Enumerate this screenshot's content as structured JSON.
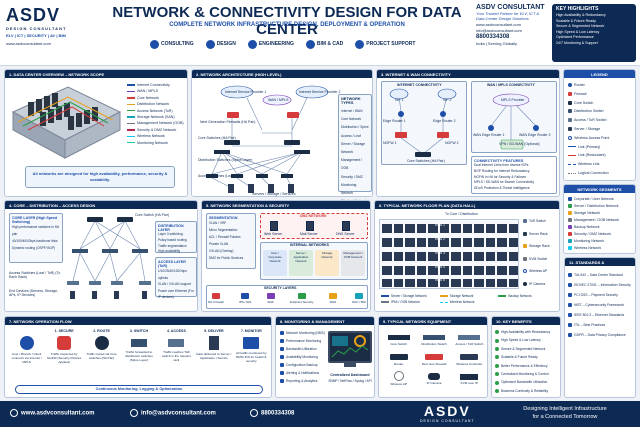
{
  "header": {
    "logo": "ASDV",
    "logo_sub": "DESIGN CONSULTANT",
    "logo_tag": "ELV | ICT | SECURITY | AV | BIM",
    "website": "www.asdvconsultant.com",
    "title": "NETWORK & CONNECTIVITY DESIGN FOR DATA CENTER",
    "subtitle": "COMPLETE NETWORK INFRASTRUCTURE DESIGN, DEPLOYMENT & OPERATION",
    "services": [
      "CONSULTING",
      "DESIGN",
      "ENGINEERING",
      "BIM & CAD",
      "PROJECT SUPPORT"
    ]
  },
  "brand": {
    "name": "ASDV CONSULTANT",
    "tagline": "Your Trusted Partner for ELV, ICT & Data Center Design Solutions",
    "web": "www.asdvconsultant.com",
    "email": "info@asdvconsultant.com",
    "phone": "8800334308",
    "location": "India | Serving Globally"
  },
  "highlights": {
    "title": "KEY HIGHLIGHTS",
    "items": [
      "High Availability & Redundancy",
      "Scalable & Future Ready",
      "Secure & Segmented Network",
      "High Speed & Low Latency",
      "Optimized Performance",
      "24/7 Monitoring & Support"
    ]
  },
  "p1": {
    "title": "1. DATA CENTER OVERVIEW – NETWORK SCOPE",
    "legend": [
      "Internet Connectivity",
      "WAN / MPLS",
      "Core Network",
      "Distribution Network",
      "Access Network (ToR)",
      "Storage Network (SAN)",
      "Management Network (OOB)",
      "Security & DMZ Network",
      "Wireless Network",
      "Monitoring Network"
    ],
    "note": "All networks are designed for high availability, performance, security & scalability."
  },
  "p2": {
    "title": "2. NETWORK ARCHITECTURE (HIGH LEVEL)",
    "isp1": "Internet Service Provider 1",
    "isp2": "Internet Service Provider 2",
    "wan": "WAN / MPLS",
    "fw": "Next Generation Firewalls (HA Pair)",
    "core": "Core Switches (HA Pair)",
    "dist": "Distribution Switches (Spine Layer)",
    "acc": "Access Switches (Leaf / ToR)",
    "srv": "Servers / Storage / Services",
    "legend_title": "NETWORK TYPES",
    "legend": [
      "Internet / WAN",
      "Core Network",
      "Distribution / Spine",
      "Access / Leaf",
      "Server / Storage Network",
      "Management / OOB",
      "Security / DMZ",
      "Monitoring Network",
      "Wireless Network",
      "Redundant Link"
    ]
  },
  "p3": {
    "title": "3. INTERNET & WAN CONNECTIVITY",
    "inet": "INTERNET CONNECTIVITY",
    "wanc": "WAN / MPLS CONNECTIVITY",
    "isp1": "ISP 1",
    "isp2": "ISP 2",
    "er1": "Edge Router 1",
    "er2": "Edge Router 2",
    "ngfw1": "NGFW 1",
    "ngfw2": "NGFW 2",
    "mpls": "MPLS Provider",
    "wr1": "WAN Edge Router 1",
    "wr2": "WAN Edge Router 2",
    "vpn": "VPN / SD-WAN (Optional)",
    "core": "Core Switches (HA Pair)",
    "feat_title": "CONNECTIVITY FEATURES",
    "features": [
      "Dual Internet Links from diverse ISPs",
      "BGP Routing for Internet Redundancy",
      "NGFW in HA for Security & Failover",
      "MPLS / SD-WAN for Branch Connectivity",
      "DDoS Protection & Threat Intelligence"
    ]
  },
  "legend": {
    "title": "LEGEND",
    "items": [
      "Router",
      "Firewall",
      "Core Switch",
      "Distribution Switch",
      "Access / ToR Switch",
      "Server / Storage",
      "Wireless Access Point",
      "Link (Primary)",
      "Link (Redundant)",
      "Wireless Link",
      "Logical Connection"
    ]
  },
  "segments": {
    "title": "NETWORK SEGMENTS",
    "items": [
      "Corporate / User Network",
      "Server / Distribution Network",
      "Storage Network",
      "Management / OOB Network",
      "Backup Network",
      "Security / DMZ Network",
      "Monitoring Network",
      "Wireless Network"
    ]
  },
  "p4": {
    "title": "4. CORE – DISTRIBUTION – ACCESS DESIGN",
    "core_layer": "CORE LAYER (High Speed Switching)",
    "core_items": [
      "High performance switches in HA pair",
      "40/100/400Gbps backbone links",
      "Dynamic routing (OSPF/ BGP)"
    ],
    "core_sw": "Core Switch (HA Pair)",
    "dist_layer": "DISTRIBUTION LAYER",
    "dist_items": [
      "Layer 3 switching",
      "Policy based routing",
      "Traffic segmentation",
      "High availability"
    ],
    "acc_layer": "ACCESS LAYER (ToR)",
    "acc_items": [
      "1/10/25/40/100Gbps uplinks",
      "VLAN / VXLAN support",
      "Power over Ethernet (For IP devices)"
    ],
    "acc_sw": "Access Switches (Leaf / ToR) (To Each Rack)",
    "end": "End Devices (Servers, Storage, APs, IP Devices)"
  },
  "p5": {
    "title": "5. NETWORK SEGMENTATION & SECURITY",
    "seg_title": "SEGMENTATION",
    "seg_items": [
      "VLAN / VRF",
      "Micro Segmentation",
      "ACL / Firewall Policies",
      "Private VLAN",
      "VXLAN (Overlay)",
      "DMZ for Public Services"
    ],
    "dmz": "DMZ NETWORK",
    "web": "Web Server",
    "mail": "Mail Server",
    "dns": "DNS Server",
    "internal": "INTERNAL NETWORKS",
    "zones": [
      "User / Corporate Network",
      "Server / Application Network",
      "Storage Network",
      "Management / OOB Network"
    ],
    "sec": "SECURITY LAYERS",
    "sec_items": [
      "NG Firewall",
      "IPS / IDS",
      "WAF",
      "Endpoint Security",
      "PAM",
      "NAC / 802"
    ]
  },
  "p6": {
    "title": "6. TYPICAL NETWORK FLOOR PLAN (DATA HALL)",
    "core": "To Core / Distribution",
    "rows": [
      "Row 1",
      "Row 2",
      "Row 3",
      "Row 4",
      "Row 5"
    ],
    "side": [
      "ToR Switch",
      "Server Rack",
      "Storage Rack",
      "KVM Switch",
      "Wireless AP",
      "IP Camera"
    ],
    "legend": [
      "Server / Storage Network",
      "Storage Network",
      "Backup Network",
      "IPMI / OOB Network",
      "Wireless Network"
    ]
  },
  "p7": {
    "title": "7. NETWORK OPERATION FLOW",
    "steps": [
      "1. SECURE",
      "2. ROUTE",
      "3. SWITCH",
      "4. ACCESS",
      "5. DELIVER",
      "7. MONITOR"
    ],
    "labels": [
      "User / Branch / Client connects via Internet / MPLS",
      "Traffic inspected by NGFW (Security Policies Applied)",
      "Traffic routed via Core switches (HA Pair)",
      "Traffic forwarded to distribution switches (Spine Layer)",
      "Traffic reaches ToR switch in the relevant rack",
      "Data delivered to Server / Application / Service",
      "All traffic monitored by NMS/ IDS for health & security"
    ],
    "loop": "Continuous Monitoring, Logging & Optimization"
  },
  "p8": {
    "title": "8. MONITORING & MANAGEMENT",
    "items": [
      "Network Monitoring (NMS)",
      "Performance Monitoring",
      "Bandwidth Utilization",
      "Availability Monitoring",
      "Configuration Backup",
      "Alerting & Notifications",
      "Reporting & Analytics"
    ],
    "dash": "Centralized Dashboard",
    "dash_sub": "SNMP / NetFlow / Syslog / API"
  },
  "p9": {
    "title": "9. TYPICAL NETWORK EQUIPMENT",
    "items": [
      "Core Switch",
      "Distribution Switch",
      "Access / ToR Switch",
      "Router",
      "Next Gen Firewall",
      "Wireless Controller",
      "Wireless AP",
      "IP Camera",
      "KVM over IP"
    ]
  },
  "p10": {
    "title": "10. KEY BENEFITS",
    "items": [
      "High Availability with Redundancy",
      "High Speed & Low Latency",
      "Secure & Segmented Network",
      "Scalable & Future Ready",
      "Better Performance & Efficiency",
      "Centralized Monitoring & Control",
      "Optimized Bandwidth Utilization",
      "Business Continuity & Reliability"
    ]
  },
  "p11": {
    "title": "11. STANDARDS & COMPLIANCE",
    "items": [
      "TIA-942 – Data Center Standard",
      "ISO/IEC 27001 – Information Security",
      "PCI DSS – Payment Security",
      "NIST – Cybersecurity Framework",
      "IEEE 802.3 – Ethernet Standards",
      "ITIL – Best Practices",
      "GDPR – Data Privacy Compliance"
    ]
  },
  "footer": {
    "web": "www.asdvconsultant.com",
    "email": "info@asdvconsultant.com",
    "phone": "8800334308",
    "logo": "ASDV",
    "logo_sub": "DESIGN CONSULTANT",
    "slogan1": "Designing Intelligent Infrastructure",
    "slogan2": "for a Connected Tomorrow"
  }
}
